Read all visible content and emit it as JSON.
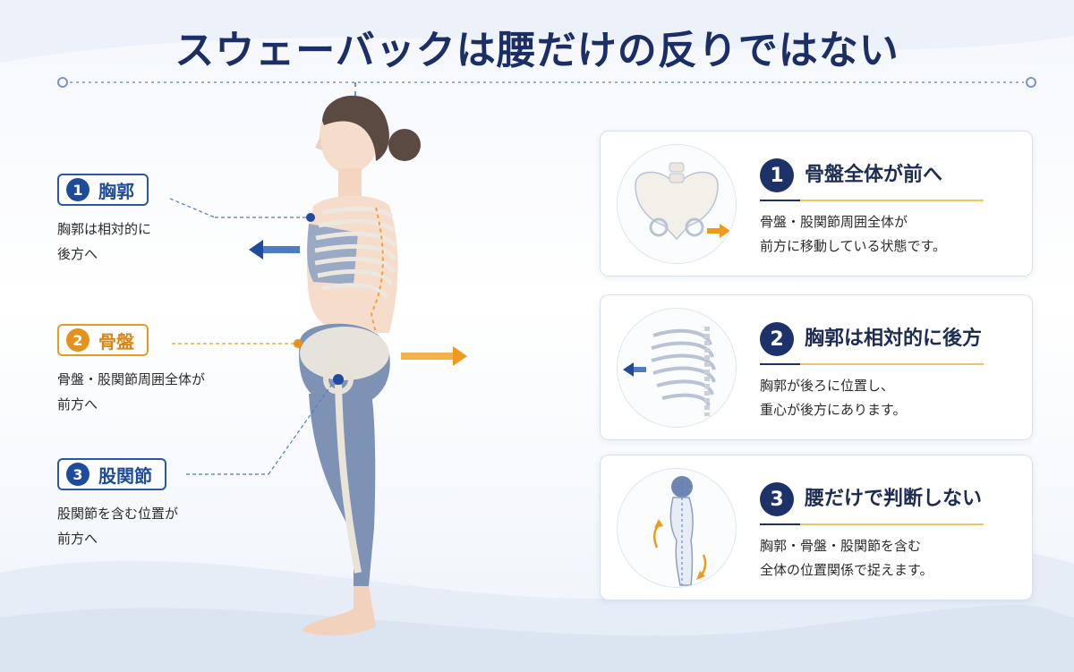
{
  "title": "スウェーバックは腰だけの反りではない",
  "colors": {
    "navy": "#1c3268",
    "blue": "#1e4c9a",
    "orange": "#e3921b",
    "gold": "#f1c45f"
  },
  "left_labels": [
    {
      "num": "1",
      "title": "胸郭",
      "desc_lines": [
        "胸郭は相対的に",
        "後方へ"
      ],
      "color": "blue"
    },
    {
      "num": "2",
      "title": "骨盤",
      "desc_lines": [
        "骨盤・股関節周囲全体が",
        "前方へ"
      ],
      "color": "orange"
    },
    {
      "num": "3",
      "title": "股関節",
      "desc_lines": [
        "股関節を含む位置が",
        "前方へ"
      ],
      "color": "blue"
    }
  ],
  "cards": [
    {
      "num": "1",
      "title": "骨盤全体が前へ",
      "desc": "骨盤・股関節周囲全体が\n前方に移動している状態です。",
      "icon": "pelvis-icon"
    },
    {
      "num": "2",
      "title": "胸郭は相対的に後方",
      "desc": "胸郭が後ろに位置し、\n重心が後方にあります。",
      "icon": "ribcage-icon"
    },
    {
      "num": "3",
      "title": "腰だけで判断しない",
      "desc": "胸郭・骨盤・股関節を含む\n全体の位置関係で捉えます。",
      "icon": "posture-silhouette-icon"
    }
  ]
}
